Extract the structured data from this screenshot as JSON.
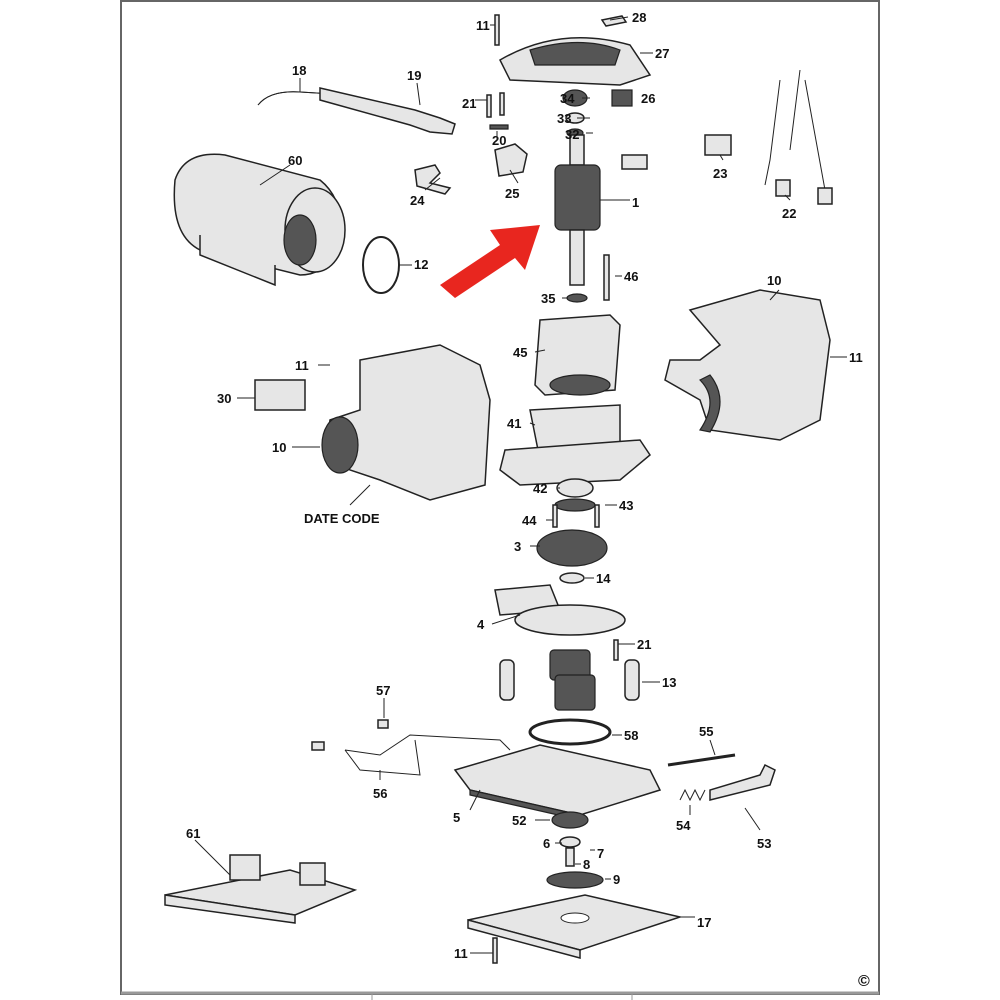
{
  "title": "Exploded parts diagram - orbital sander",
  "labels": [
    "11",
    "28",
    "27",
    "18",
    "19",
    "21",
    "34",
    "26",
    "33",
    "20",
    "32",
    "60",
    "25",
    "1",
    "23",
    "24",
    "22",
    "12",
    "46",
    "35",
    "10",
    "11",
    "45",
    "11",
    "30",
    "10",
    "41",
    "DATE CODE",
    "42",
    "43",
    "44",
    "3",
    "14",
    "4",
    "21",
    "13",
    "57",
    "58",
    "55",
    "56",
    "5",
    "52",
    "54",
    "53",
    "6",
    "7",
    "8",
    "61",
    "9",
    "17",
    "11"
  ],
  "copyright": "©",
  "colors": {
    "arrow": "#e8261f",
    "line": "#222222"
  }
}
